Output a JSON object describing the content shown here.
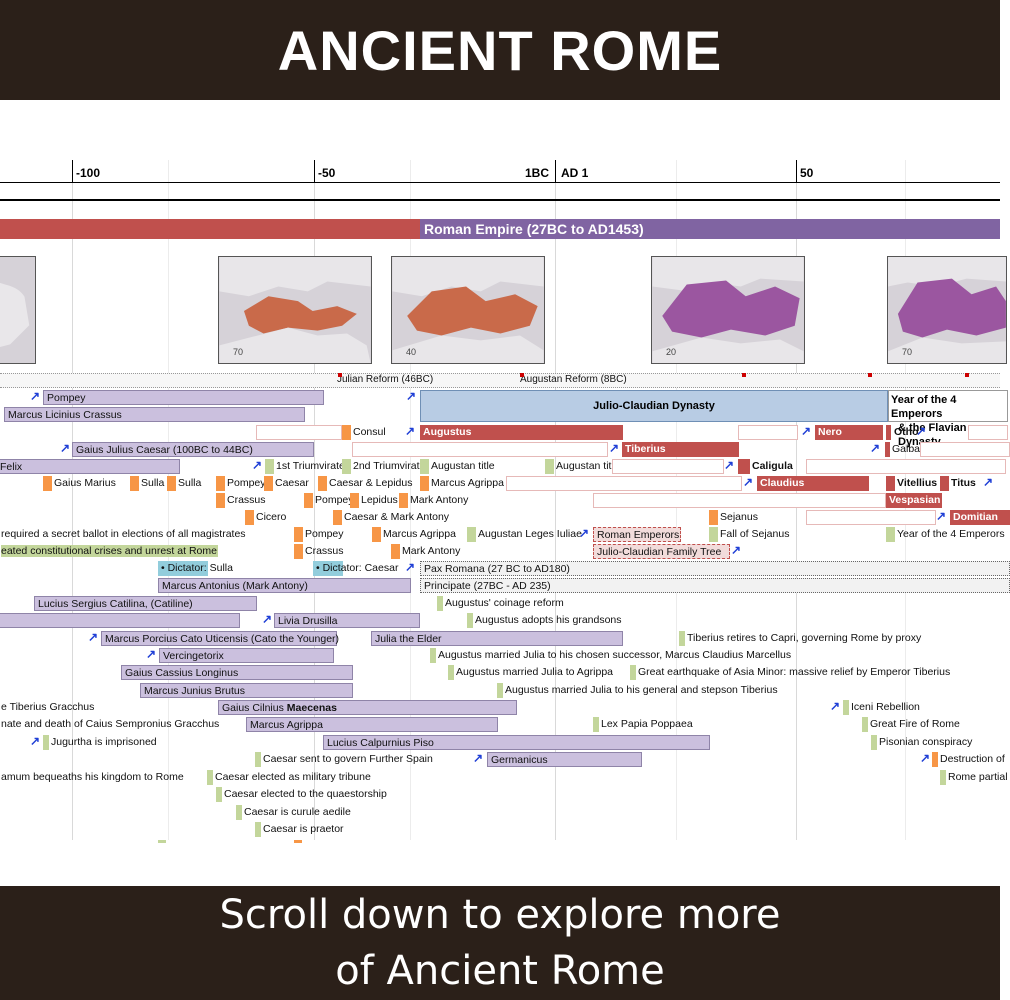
{
  "header": {
    "title": "ANCIENT ROME"
  },
  "footer": {
    "line1": "Scroll down to explore more",
    "line2": "of Ancient Rome"
  },
  "axis": {
    "ticks": [
      "-100",
      "-50",
      "1BC",
      "AD 1",
      "50"
    ]
  },
  "empire_bar": {
    "label": "Roman Empire (27BC to AD1453)",
    "republic_color": "#c0504d",
    "empire_color": "#8064a2"
  },
  "maps": [
    {
      "label": ""
    },
    {
      "label": "70"
    },
    {
      "label": "40"
    },
    {
      "label": "20"
    },
    {
      "label": "70"
    }
  ],
  "reforms": {
    "julian": "Julian Reform (46BC)",
    "augustan": "Augustan Reform (8BC)"
  },
  "dynasties": {
    "julio": "Julio-Claudian Dynasty",
    "year4_line1": "Year of the 4 Emperors",
    "year4_line2": "& the Flavian Dynasty"
  },
  "events": {
    "pompey": "Pompey",
    "crassus_full": "Marcus Licinius Crassus",
    "consul": "Consul",
    "augustus": "Augustus",
    "nero": "Nero",
    "otho": "Otho",
    "caesar_full": "Gaius Julius Caesar (100BC to 44BC)",
    "tiberius": "Tiberius",
    "galba": "Galba",
    "felix": "Felix",
    "triumv1": "1st Triumvirate",
    "triumv2": "2nd Triumvirate",
    "aug_title1": "Augustan title",
    "aug_title2": "Augustan title",
    "caligula": "Caligula",
    "marius": "Gaius Marius",
    "sulla1": "Sulla",
    "sulla2": "Sulla",
    "pompey2": "Pompey",
    "caesar": "Caesar",
    "caesar_lepidus": "Caesar & Lepidus",
    "agrippa": "Marcus Agrippa",
    "claudius": "Claudius",
    "vitellius": "Vitellius",
    "titus": "Titus",
    "crassus": "Crassus",
    "pompey3": "Pompey",
    "lepidus": "Lepidus",
    "mark_antony": "Mark Antony",
    "vespasian": "Vespasian",
    "cicero": "Cicero",
    "caesar_ma": "Caesar & Mark Antony",
    "sejanus": "Sejanus",
    "domitian": "Domitian",
    "ballot": "required a secret ballot in elections of all magistrates",
    "pompey4": "Pompey",
    "agrippa2": "Marcus Agrippa",
    "leges": "Augustan Leges Iuliae",
    "roman_emperors": "Roman Emperors",
    "fall_sejanus": "Fall of Sejanus",
    "year4": "Year of the 4 Emperors",
    "crises": "eated constitutional crises and unrest at Rome",
    "crassus2": "Crassus",
    "mark_antony2": "Mark Antony",
    "jc_tree": "Julio-Claudian Family Tree",
    "dict_sulla": "• Dictator: Sulla",
    "dict_caesar": "• Dictator: Caesar",
    "pax": "Pax Romana (27 BC to AD180)",
    "antonius": "Marcus Antonius (Mark Antony)",
    "principate": "Principate (27BC - AD 235)",
    "catilina": "Lucius Sergius Catilina, (Catiline)",
    "coinage": "Augustus' coinage reform",
    "drusilla": "Livia Drusilla",
    "grandsons": "Augustus adopts his grandsons",
    "cato": "Marcus Porcius Cato Uticensis (Cato the Younger)",
    "julia": "Julia the Elder",
    "capri": "Tiberius retires to Capri, governing Rome by proxy",
    "vercingetorix": "Vercingetorix",
    "marcellus": "Augustus married Julia to his chosen successor, Marcus Claudius Marcellus",
    "longinus": "Gaius Cassius Longinus",
    "julia_agrippa": "Augustus married Julia to Agrippa",
    "earthquake": "Great earthquake of Asia Minor: massive relief by Emperor Tiberius",
    "brutus": "Marcus Junius Brutus",
    "julia_tiberius": "Augustus married Julia to his general and stepson Tiberius",
    "tib_gracchus": "e Tiberius Gracchus",
    "maecenas_pre": "Gaius Cilnius ",
    "maecenas_bold": "Maecenas",
    "iceni": "Iceni Rebellion",
    "gaius_gracchus": "nate and death of Caius Sempronius Gracchus",
    "agrippa3": "Marcus Agrippa",
    "lex_papia": "Lex Papia Poppaea",
    "great_fire": "Great Fire of Rome",
    "jugurtha": "Jugurtha is imprisoned",
    "piso": "Lucius Calpurnius Piso",
    "pisonian": "Pisonian conspiracy",
    "further_spain": "Caesar sent to govern Further Spain",
    "germanicus": "Germanicus",
    "destruction": "Destruction of",
    "attalus": "amum bequeaths his kingdom to Rome",
    "tribune": "Caesar elected as military tribune",
    "rome_partial": "Rome partial",
    "quaestor": "Caesar elected to the quaestorship",
    "aedile": "Caesar is curule aedile",
    "praetor": "Caesar is praetor"
  }
}
